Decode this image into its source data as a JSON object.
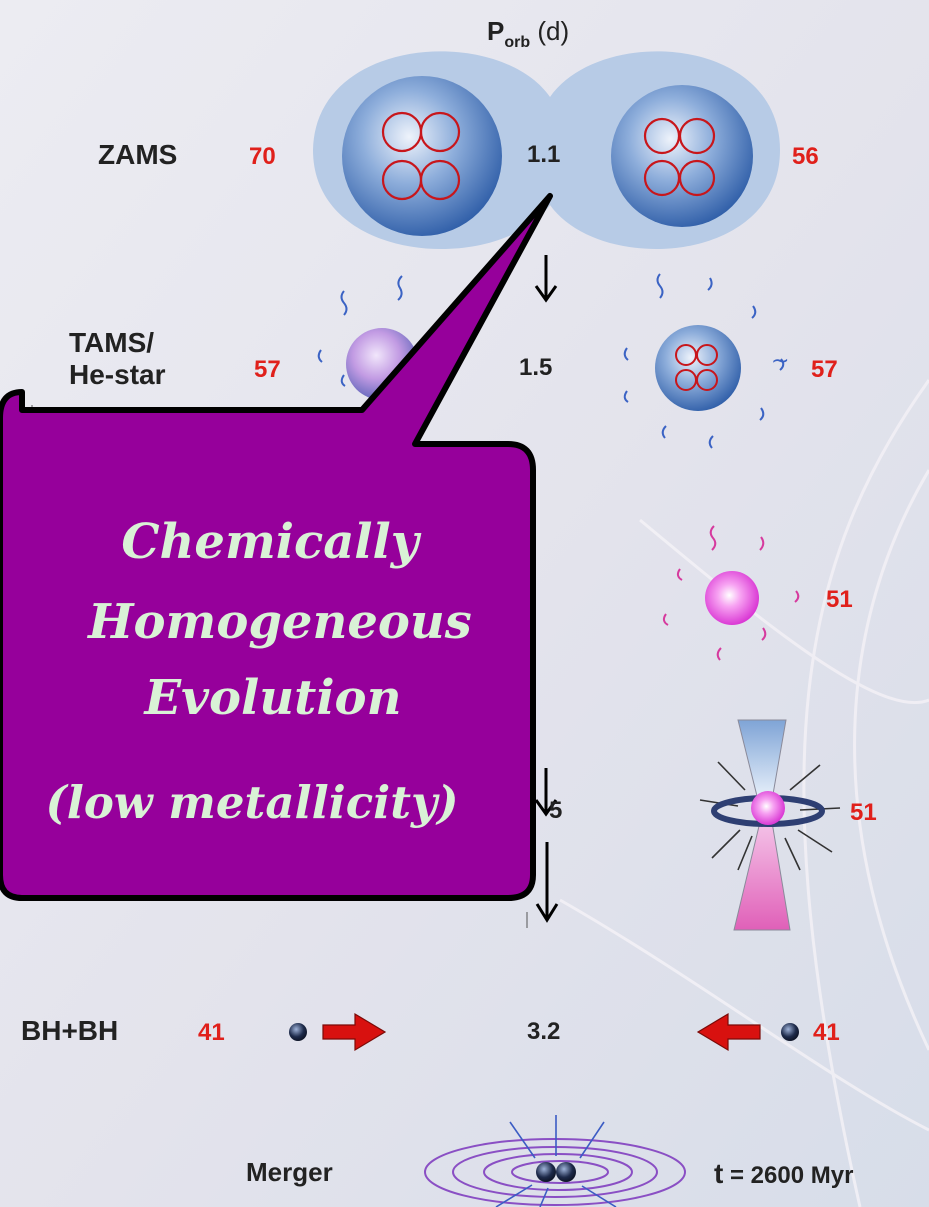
{
  "header": {
    "porb_symbol": "P",
    "porb_sub": "orb",
    "porb_unit": "(d)"
  },
  "stages": {
    "zams": {
      "label": "ZAMS",
      "m1": "70",
      "m2": "56",
      "porb": "1.1"
    },
    "tams": {
      "label_line1": "TAMS/",
      "label_line2": "He-star",
      "m1": "57",
      "m2": "57",
      "porb": "1.5"
    },
    "wr": {
      "m2": "51"
    },
    "collapse": {
      "m2": "51",
      "porb_partial": "5"
    },
    "bhbh": {
      "label": "BH+BH",
      "m1": "41",
      "m2": "41",
      "porb": "3.2"
    },
    "merger": {
      "label": "Merger",
      "time_symbol": "t",
      "time_value": "= 2600 Myr"
    }
  },
  "callout": {
    "line1": "Chemically",
    "line2": "Homogeneous",
    "line3": "Evolution",
    "line4": "(low metallicity)"
  },
  "colors": {
    "mass_red": "#e0201b",
    "bubble_fill": "#96009b",
    "bubble_text": "#d9f2d6",
    "envelope": "#b7cbe6",
    "star_blue": "#5d86c4"
  }
}
